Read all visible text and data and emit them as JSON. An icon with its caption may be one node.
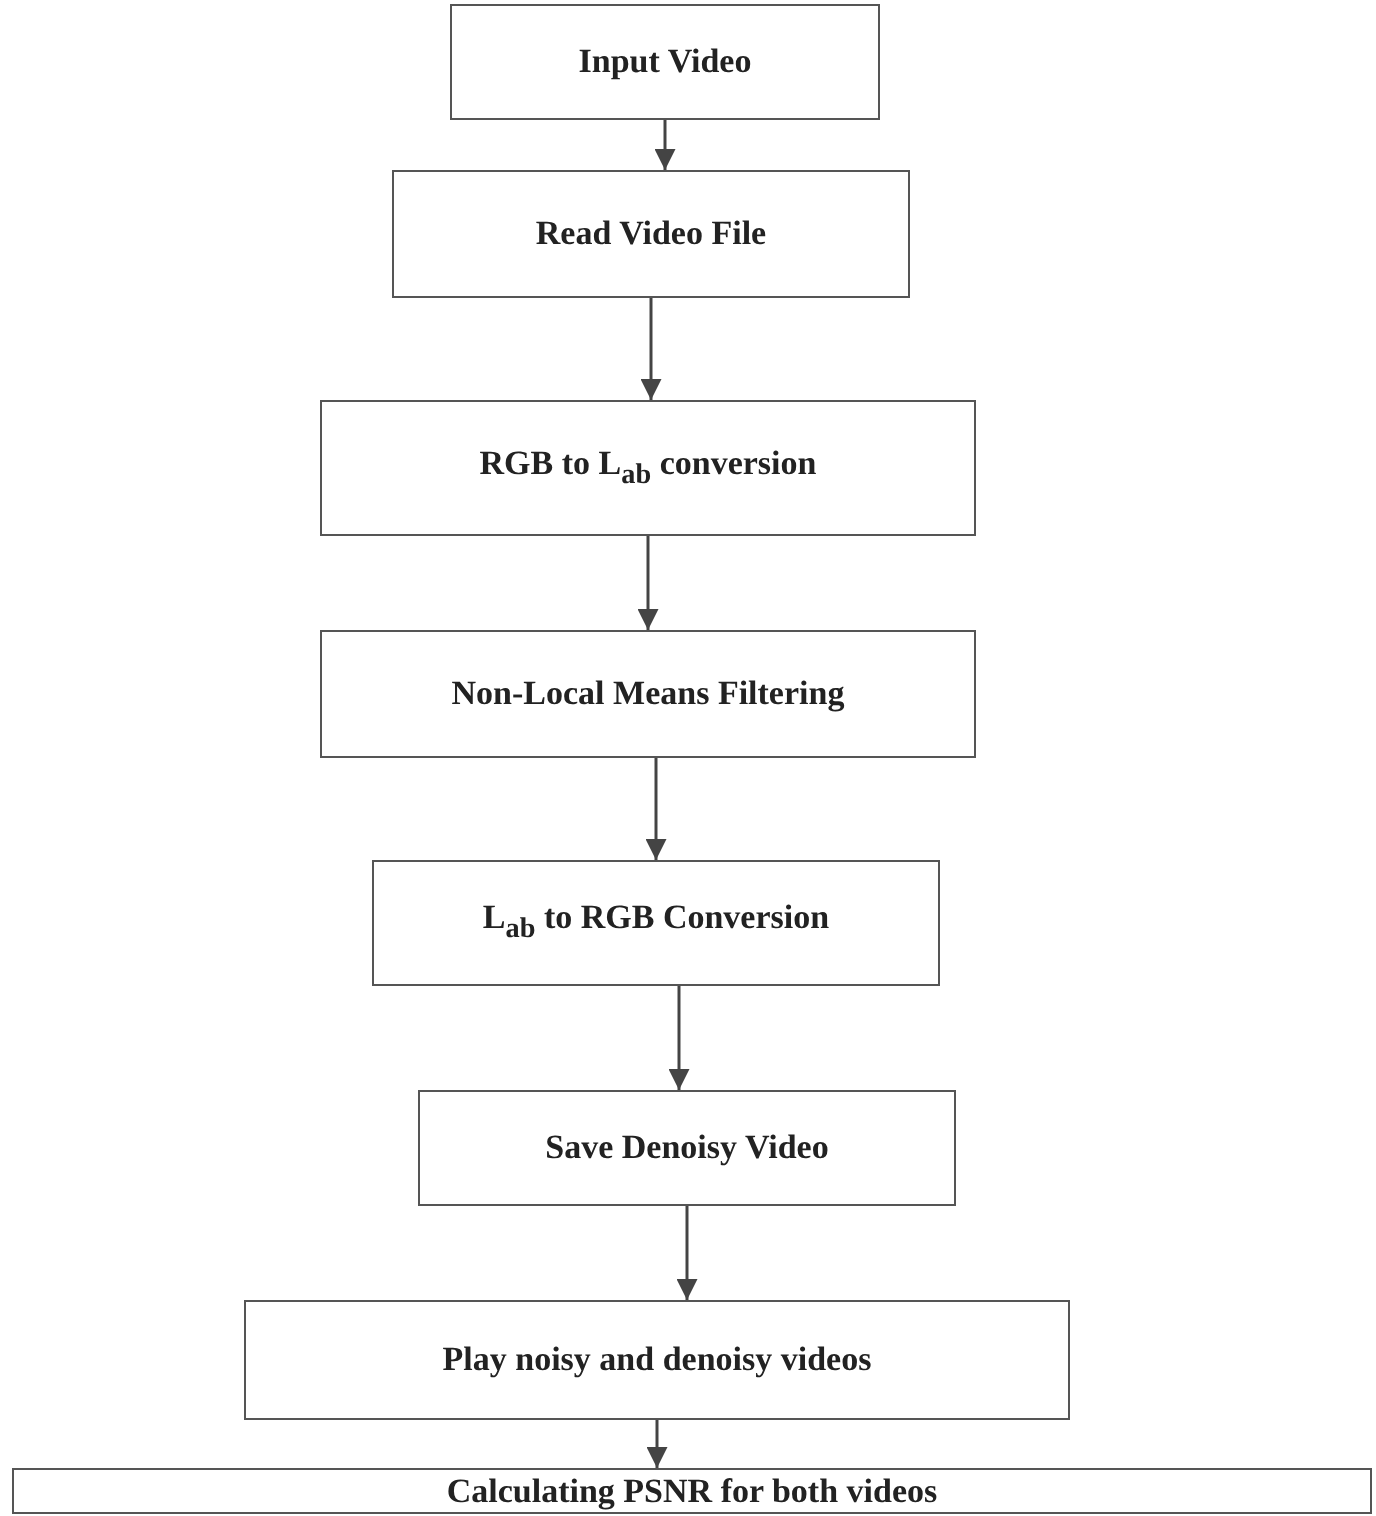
{
  "diagram": {
    "nodes": [
      {
        "text": [
          "Input Video"
        ]
      },
      {
        "text": [
          "Read Video File"
        ]
      },
      {
        "text": [
          "RGB to L$_{ab}$ conversion"
        ]
      },
      {
        "text": [
          "Non-Local Means Filtering"
        ]
      },
      {
        "text": [
          "L$_{ab}$ to RGB Conversion"
        ]
      },
      {
        "text": [
          "Save Denoisy Video"
        ]
      },
      {
        "text": [
          "Play noisy and denoisy videos"
        ]
      },
      {
        "text": [
          "Calculating PSNR for both videos"
        ]
      }
    ],
    "edges": [
      {
        "from": 0,
        "to": 1,
        "arrow": "to"
      },
      {
        "from": 1,
        "to": 2,
        "arrow": "to"
      },
      {
        "from": 2,
        "to": 3,
        "arrow": "to"
      },
      {
        "from": 3,
        "to": 4,
        "arrow": "to"
      },
      {
        "from": 4,
        "to": 5,
        "arrow": "to"
      },
      {
        "from": 5,
        "to": 6,
        "arrow": "to"
      },
      {
        "from": 6,
        "to": 7,
        "arrow": "to"
      }
    ]
  }
}
